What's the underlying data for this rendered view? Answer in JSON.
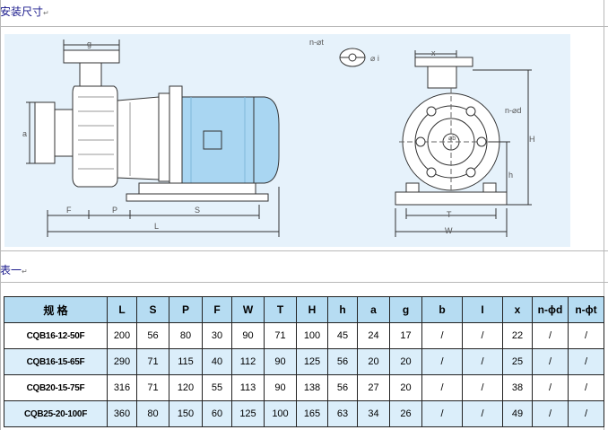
{
  "headings": {
    "install_dimensions": "安装尺寸",
    "table_one": "表一"
  },
  "drawing_labels": {
    "g": "g",
    "a": "a",
    "F": "F",
    "P": "P",
    "S": "S",
    "L": "L",
    "n_phi_t": "n-⌀t",
    "phi_i": "⌀ i",
    "x": "x",
    "n_phi_d": "n-⌀d",
    "H": "H",
    "h": "h",
    "T": "T",
    "W": "W",
    "phi_b": "⌀b"
  },
  "colors": {
    "drawing_bg": "#e6f2fb",
    "motor_fill": "#a9d6f2",
    "header_bg": "#b6dcf2",
    "row_alt_bg": "#dbeefa"
  },
  "table": {
    "headers": [
      "规 格",
      "L",
      "S",
      "P",
      "F",
      "W",
      "T",
      "H",
      "h",
      "a",
      "g",
      "b",
      "I",
      "x",
      "n-ϕd",
      "n-ϕt"
    ],
    "rows": [
      [
        "CQB16-12-50F",
        "200",
        "56",
        "80",
        "30",
        "90",
        "71",
        "100",
        "45",
        "24",
        "17",
        "/",
        "/",
        "22",
        "/",
        "/"
      ],
      [
        "CQB16-15-65F",
        "290",
        "71",
        "115",
        "40",
        "112",
        "90",
        "125",
        "56",
        "20",
        "20",
        "/",
        "/",
        "25",
        "/",
        "/"
      ],
      [
        "CQB20-15-75F",
        "316",
        "71",
        "120",
        "55",
        "113",
        "90",
        "138",
        "56",
        "27",
        "20",
        "/",
        "/",
        "38",
        "/",
        "/"
      ],
      [
        "CQB25-20-100F",
        "360",
        "80",
        "150",
        "60",
        "125",
        "100",
        "165",
        "63",
        "34",
        "26",
        "/",
        "/",
        "49",
        "/",
        "/"
      ]
    ]
  }
}
